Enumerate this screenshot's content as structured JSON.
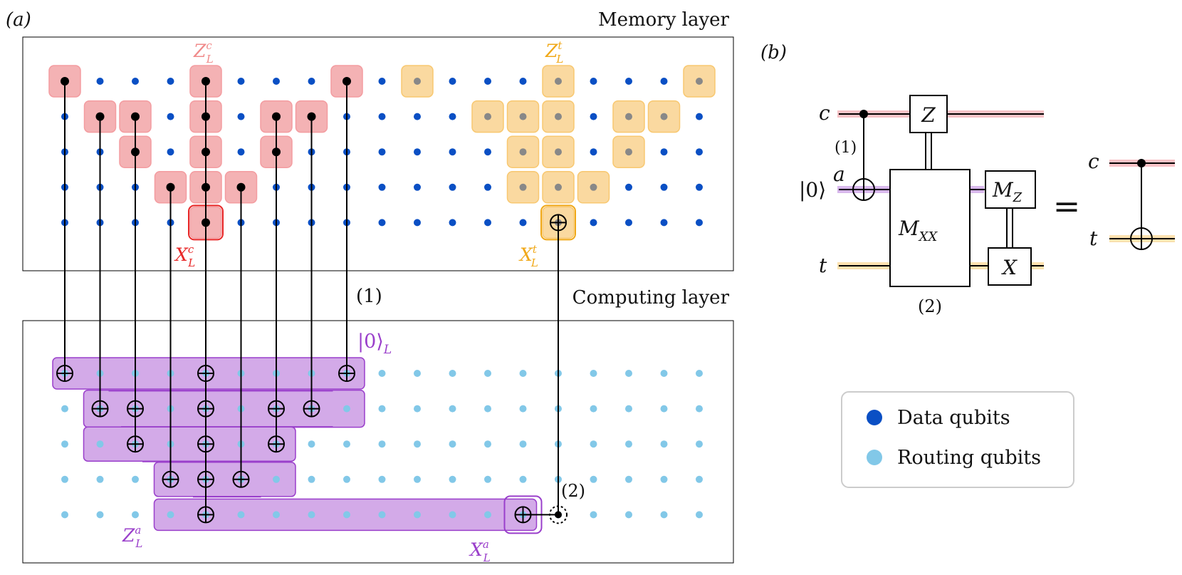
{
  "panel_a": {
    "label": "(a)",
    "memory_title": "Memory layer",
    "computing_title": "Computing layer",
    "step1_label": "(1)",
    "step2_label": "(2)",
    "labels": {
      "zc": {
        "base": "Z",
        "sub": "L",
        "sup": "c"
      },
      "xc": {
        "base": "X",
        "sub": "L",
        "sup": "c"
      },
      "zt": {
        "base": "Z",
        "sub": "L",
        "sup": "t"
      },
      "xt": {
        "base": "X",
        "sub": "L",
        "sup": "t"
      },
      "za": {
        "base": "Z",
        "sub": "L",
        "sup": "a"
      },
      "xa": {
        "base": "X",
        "sub": "L",
        "sup": "a"
      },
      "ket": {
        "text": "|0⟩",
        "sub": "L"
      }
    }
  },
  "panel_b": {
    "label": "(b)",
    "wire_c": "c",
    "wire_a": "a",
    "wire_t": "t",
    "ket0": "|0⟩",
    "step1_label": "(1)",
    "step2_label": "(2)",
    "z_box": "Z",
    "mxx_box": {
      "base": "M",
      "sub": "XX"
    },
    "mz_box": {
      "base": "M",
      "sub": "Z"
    },
    "x_box": "X",
    "equals": "=",
    "rhs_c": "c",
    "rhs_t": "t"
  },
  "legend": {
    "items": [
      {
        "label": "Data qubits",
        "color": "#0a4fc4"
      },
      {
        "label": "Routing qubits",
        "color": "#82c8e8"
      }
    ]
  },
  "colors": {
    "control_patch": "#f4b2b4",
    "target_patch": "#fad9a0",
    "ancilla_patch": "#d3aae8",
    "control_accent": "#e82828",
    "target_accent": "#f0a818",
    "ancilla_accent": "#9a3fcb",
    "data_qubit": "#0a4fc4",
    "routing_qubit": "#82c8e8"
  }
}
